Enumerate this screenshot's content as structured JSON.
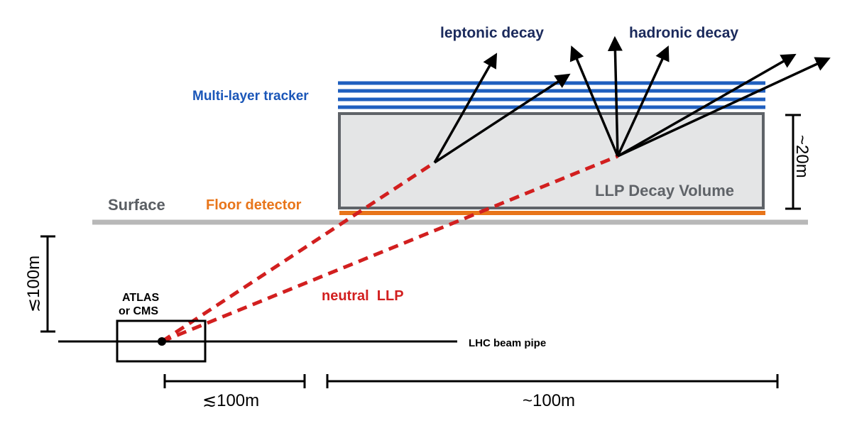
{
  "labels": {
    "leptonic": "leptonic decay",
    "hadronic": "hadronic decay",
    "tracker": "Multi-layer tracker",
    "surface": "Surface",
    "floor": "Floor detector",
    "volume": "LLP Decay Volume",
    "height_scale": "~20m",
    "depth_scale": "≲100m",
    "detector_line1": "ATLAS",
    "detector_line2": "or CMS",
    "llp": "neutral  LLP",
    "beam": "LHC beam pipe",
    "scale_near": "≲100m",
    "scale_far": "~100m"
  },
  "colors": {
    "tracker": "#1f5fbf",
    "tracker_label": "#1a56b8",
    "decay_labels": "#1b2a5c",
    "surface": "#b8b8b8",
    "surface_label": "#5a5e63",
    "floor": "#e8751a",
    "volume_fill": "#e4e5e6",
    "volume_stroke": "#5f6368",
    "volume_label": "#5f6368",
    "llp": "#d21f1f",
    "ink": "#000000"
  },
  "icons": {
    "arrowhead": "arrowhead-icon",
    "interaction_point": "interaction-point-icon"
  }
}
